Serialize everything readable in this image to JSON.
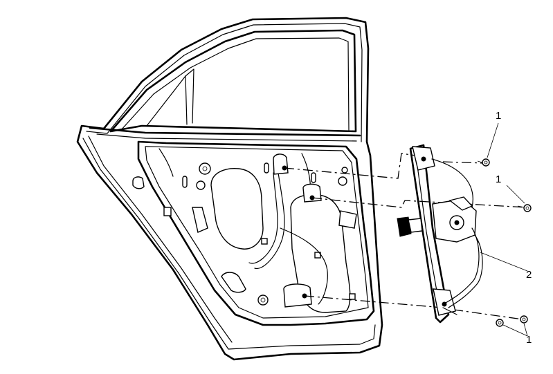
{
  "callouts": {
    "fastener_top": "1",
    "fastener_mid": "1",
    "regulator": "2",
    "fastener_bottom": "1"
  }
}
